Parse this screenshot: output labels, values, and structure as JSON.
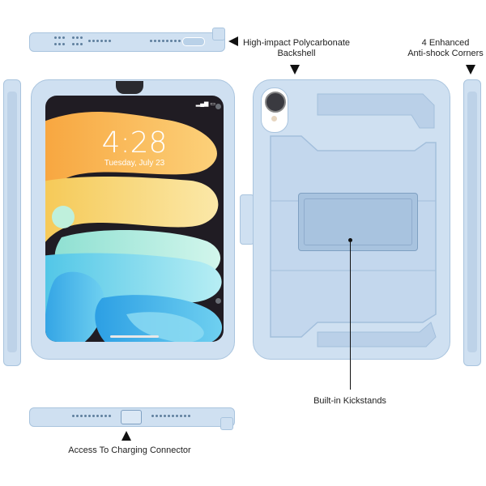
{
  "labels": {
    "backshell_line1": "High-impact Polycarbonate",
    "backshell_line2": "Backshell",
    "corners_line1": "4 Enhanced",
    "corners_line2": "Anti-shock Corners",
    "kickstand": "Built-in Kickstands",
    "charging": "Access To Charging Connector"
  },
  "screen": {
    "time": "4:28",
    "date": "Tuesday, July 23"
  },
  "colors": {
    "case": "#cfe0f1",
    "case_border": "#a9c4de",
    "screen": "#201c23"
  }
}
